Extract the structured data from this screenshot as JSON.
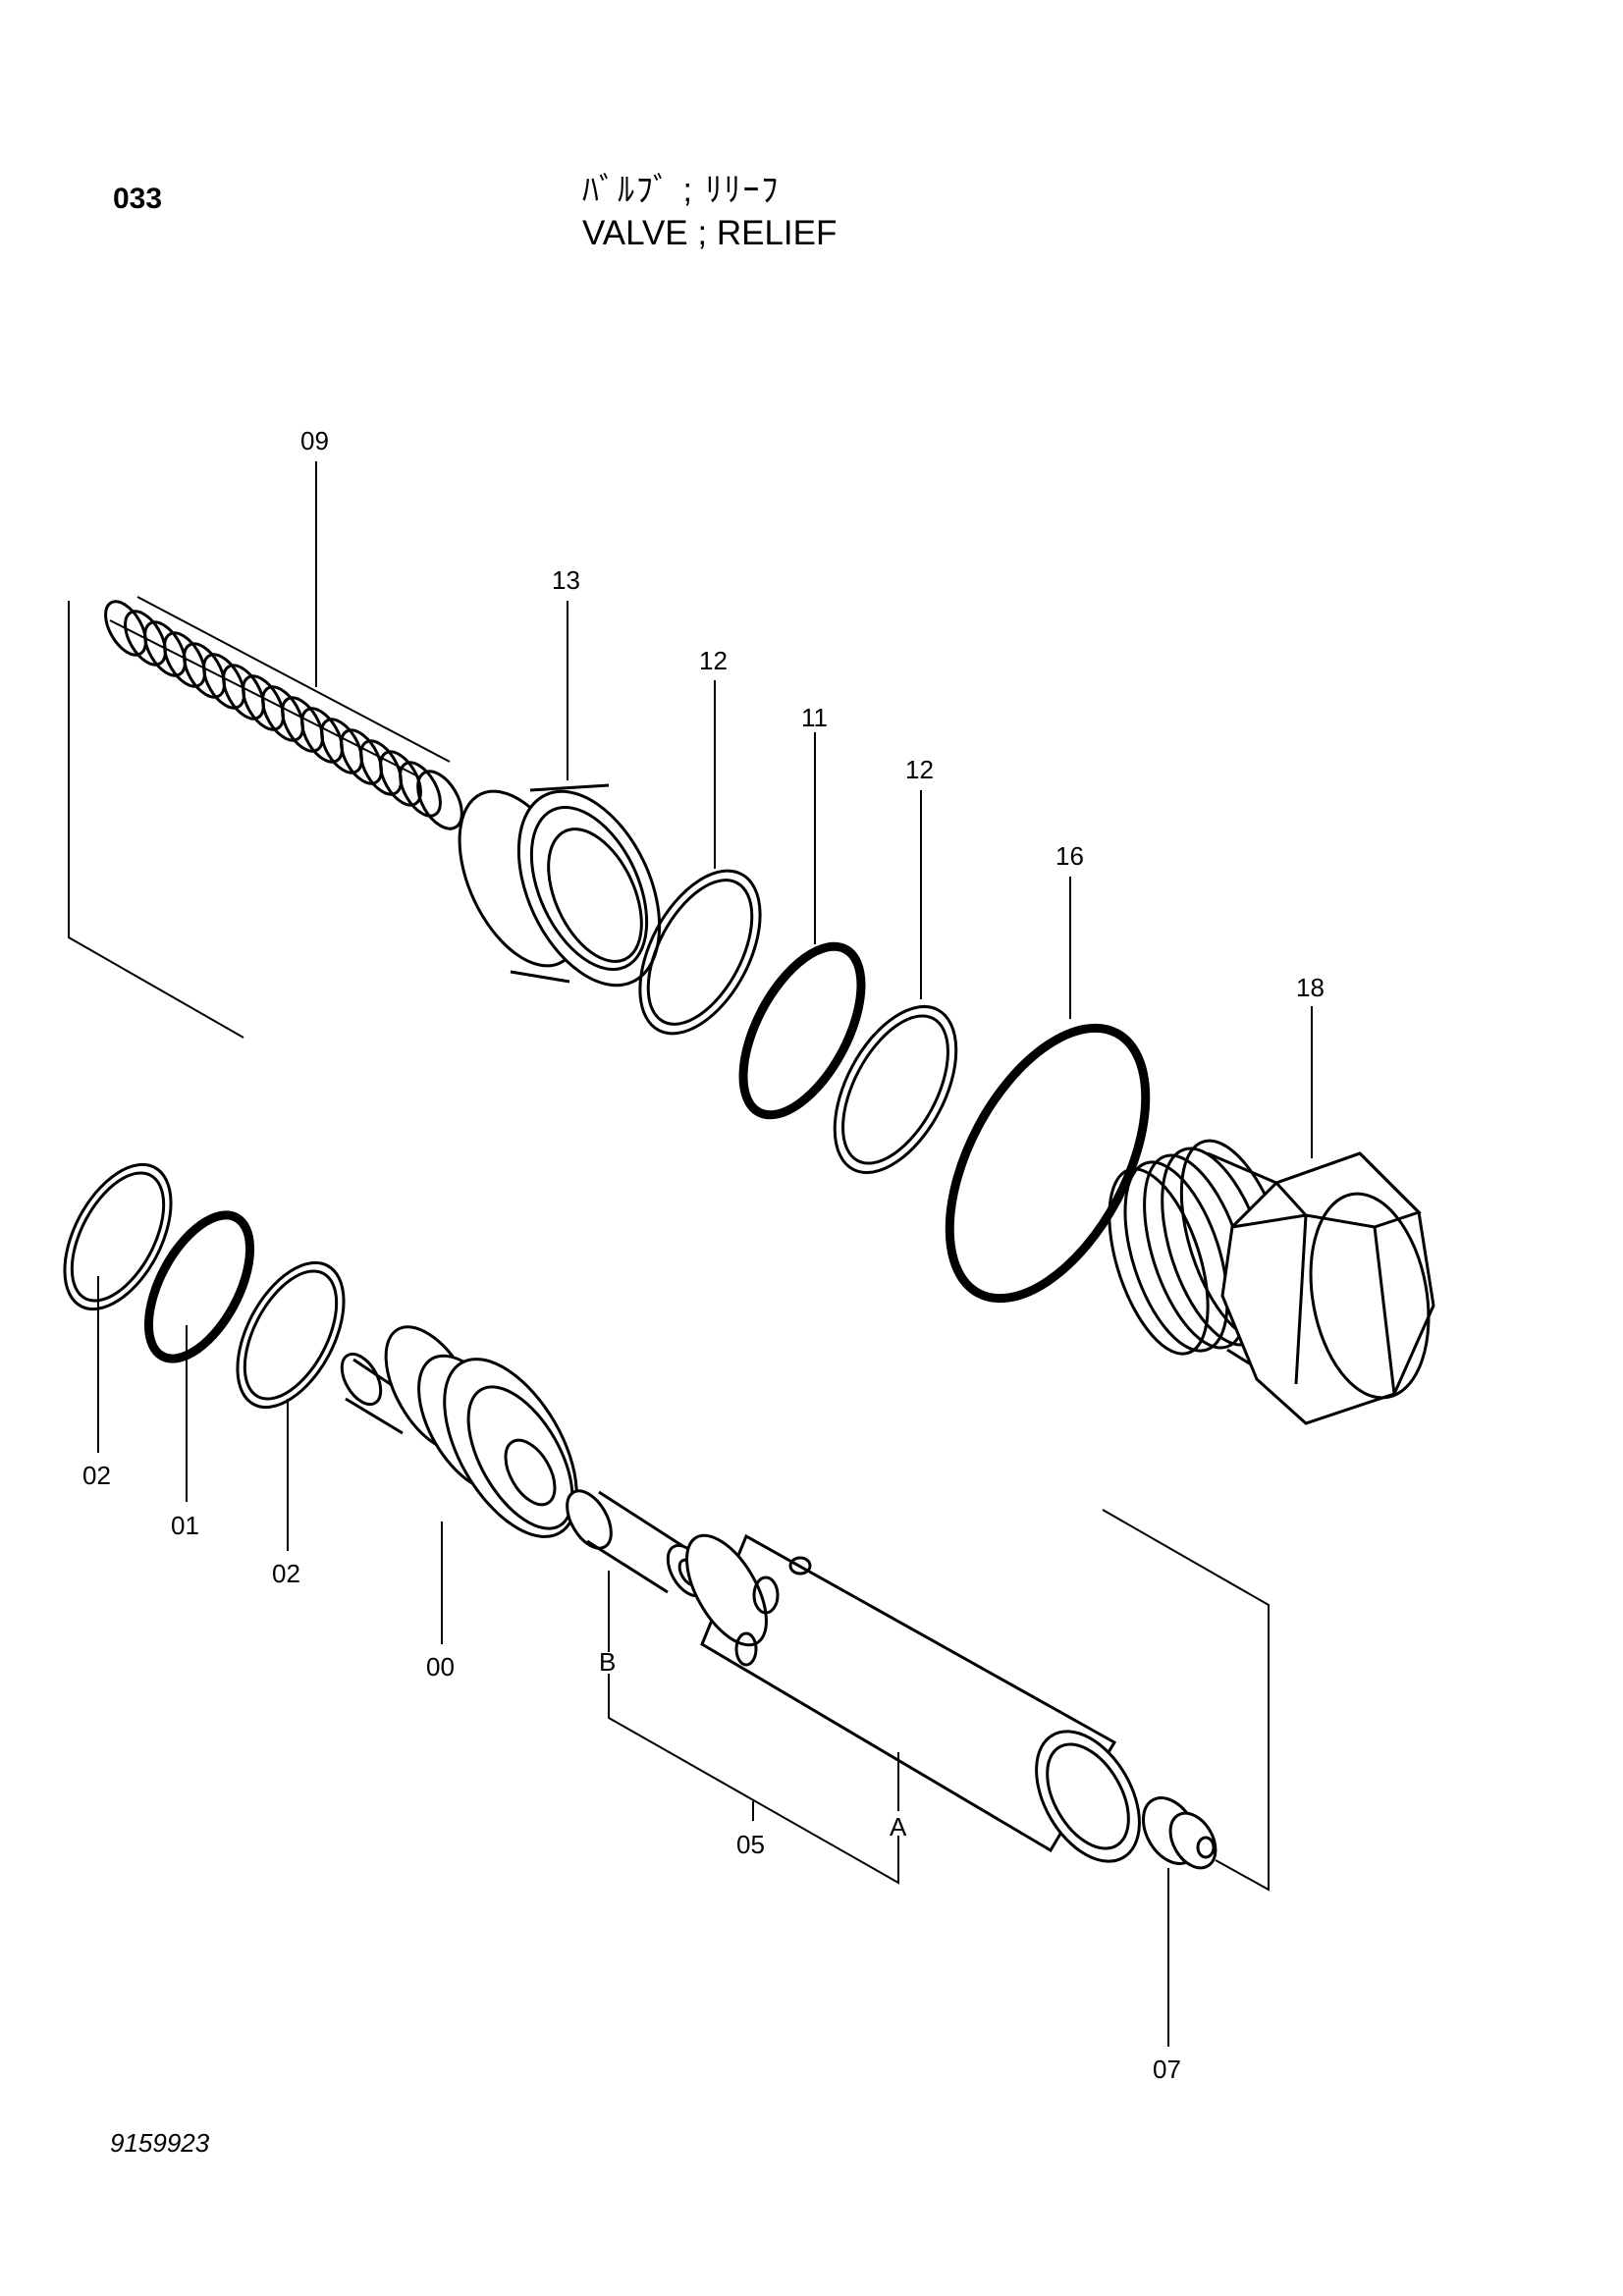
{
  "header": {
    "page_number": "033",
    "title_jp": "ﾊﾞﾙﾌﾞ ; ﾘﾘｰﾌ",
    "title_en": "VALVE ; RELIEF"
  },
  "footer": {
    "drawing_number": "9159923"
  },
  "callouts": {
    "spring": "09",
    "seat": "13",
    "backup_ring_upper_1": "12",
    "o_ring_upper": "11",
    "backup_ring_upper_2": "12",
    "o_ring_large": "16",
    "plug": "18",
    "backup_ring_lower_1": "02",
    "o_ring_lower": "01",
    "backup_ring_lower_2": "02",
    "poppet": "00",
    "pin_b": "B",
    "sleeve_a": "A",
    "assembly": "05",
    "nut": "07"
  }
}
